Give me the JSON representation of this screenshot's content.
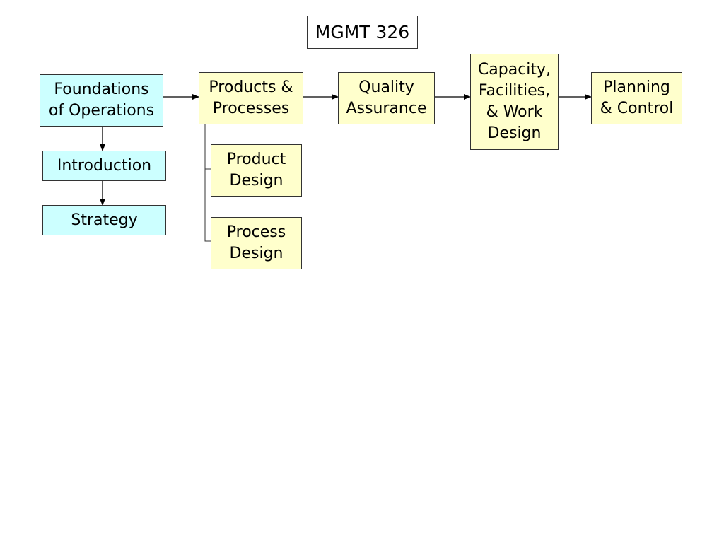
{
  "title": "MGMT 326",
  "colors": {
    "foundations_fill": "#ccffff",
    "topic_fill": "#ffffcc",
    "border": "#333333"
  },
  "nodes": {
    "foundations": "Foundations\nof Operations",
    "introduction": "Introduction",
    "strategy": "Strategy",
    "products_processes": "Products &\nProcesses",
    "product_design": "Product\nDesign",
    "process_design": "Process\nDesign",
    "quality_assurance": "Quality\nAssurance",
    "capacity": "Capacity,\nFacilities,\n& Work\nDesign",
    "planning_control": "Planning\n& Control"
  }
}
